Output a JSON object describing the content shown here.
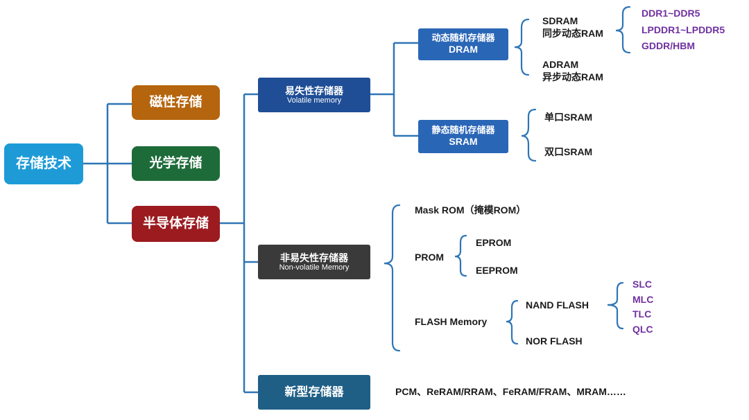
{
  "root": {
    "label": "存储技术",
    "color": "#1e9bd7"
  },
  "level1": {
    "magnetic": {
      "label": "磁性存储",
      "color": "#b5650d"
    },
    "optical": {
      "label": "光学存储",
      "color": "#1e6b3a"
    },
    "semiconductor": {
      "label": "半导体存储",
      "color": "#9b1b1f"
    }
  },
  "semi": {
    "volatile": {
      "label": "易失性存储器",
      "sub": "Volatile memory",
      "color": "#1f4e96"
    },
    "nonvolatile": {
      "label": "非易失性存储器",
      "sub": "Non-volatile Memory",
      "color": "#3a3a3a"
    },
    "new": {
      "label": "新型存储器",
      "color": "#1f5f86"
    }
  },
  "volatile": {
    "dram": {
      "label": "动态随机存储器",
      "sub": "DRAM",
      "color": "#2a66b6"
    },
    "sram": {
      "label": "静态随机存储器",
      "sub": "SRAM",
      "color": "#2a66b6"
    },
    "sdram": {
      "line1": "SDRAM",
      "line2": "同步动态RAM"
    },
    "adram": {
      "line1": "ADRAM",
      "line2": "异步动态RAM"
    },
    "sdram_types": [
      "DDR1~DDR5",
      "LPDDR1~LPDDR5",
      "GDDR/HBM"
    ],
    "sram_types": [
      "单口SRAM",
      "双口SRAM"
    ]
  },
  "nonvolatile": {
    "mask_rom": "Mask ROM（掩模ROM）",
    "prom": "PROM",
    "prom_types": [
      "EPROM",
      "EEPROM"
    ],
    "flash": "FLASH Memory",
    "nand": "NAND FLASH",
    "nor": "NOR FLASH",
    "nand_types": [
      "SLC",
      "MLC",
      "TLC",
      "QLC"
    ]
  },
  "new_examples": "PCM、ReRAM/RRAM、FeRAM/FRAM、MRAM……",
  "colors": {
    "line": "#2e75b6",
    "purple": "#7030a0",
    "text": "#1a1a1a"
  }
}
